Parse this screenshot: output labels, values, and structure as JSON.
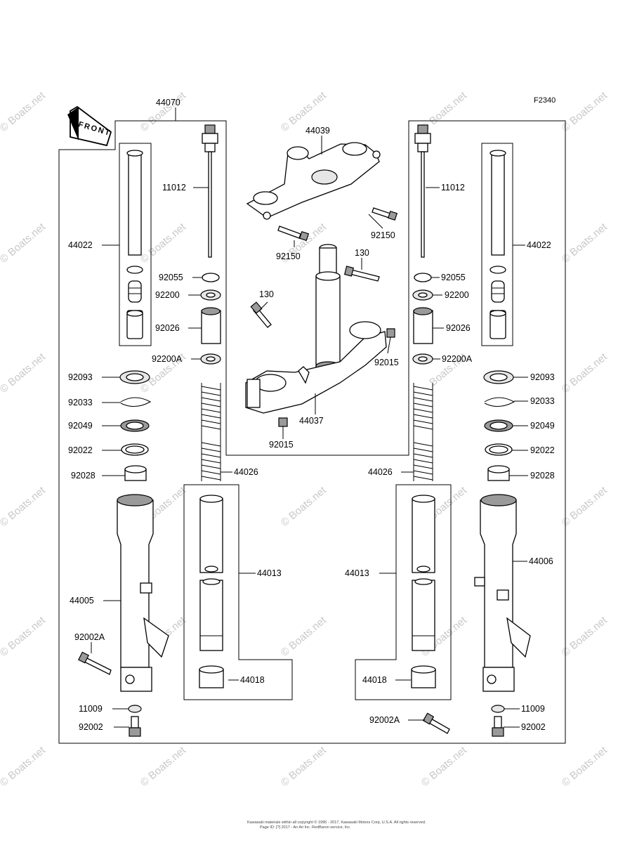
{
  "figure_code": "F2340",
  "front_label": "FRONT",
  "watermark": "© Boats.net",
  "footer": {
    "line1": "Kawasaki materials within all copyright © 1995 - 2017, Kawasaki Motors Corp, U.S.A. All rights reserved.",
    "line2": "Page ID: [?] 2017 - An Ari Inc. RedBaron service, Inc."
  },
  "labels": {
    "p44070": "44070",
    "p44039": "44039",
    "p11012_l": "11012",
    "p11012_r": "11012",
    "p44022_l": "44022",
    "p44022_r": "44022",
    "p92150_a": "92150",
    "p92150_b": "92150",
    "p130_a": "130",
    "p130_b": "130",
    "p92055_l": "92055",
    "p92055_r": "92055",
    "p92200_l": "92200",
    "p92200_r": "92200",
    "p92026_l": "92026",
    "p92026_r": "92026",
    "p92200A_l": "92200A",
    "p92200A_r": "92200A",
    "p92015_a": "92015",
    "p92015_b": "92015",
    "p92093_l": "92093",
    "p92093_r": "92093",
    "p92033_l": "92033",
    "p92033_r": "92033",
    "p44037": "44037",
    "p92049_l": "92049",
    "p92049_r": "92049",
    "p92022_l": "92022",
    "p92022_r": "92022",
    "p92028_l": "92028",
    "p92028_r": "92028",
    "p44026_l": "44026",
    "p44026_r": "44026",
    "p44013_l": "44013",
    "p44013_r": "44013",
    "p44006": "44006",
    "p44005": "44005",
    "p92002A_l": "92002A",
    "p92002A_r": "92002A",
    "p44018_l": "44018",
    "p44018_r": "44018",
    "p11009_l": "11009",
    "p11009_r": "11009",
    "p92002_l": "92002",
    "p92002_r": "92002"
  }
}
